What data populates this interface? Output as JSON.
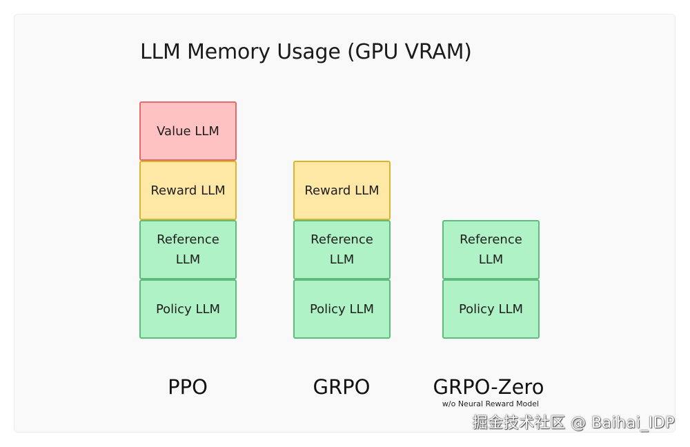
{
  "title": "LLM Memory Usage (GPU VRAM)",
  "columns": [
    {
      "label": "PPO",
      "sublabel": "",
      "blocks": [
        {
          "label": "Value LLM",
          "kind": "value",
          "color": "#ffc2c2"
        },
        {
          "label": "Reward LLM",
          "kind": "reward",
          "color": "#ffe7a6"
        },
        {
          "label": "Reference LLM",
          "kind": "green",
          "color": "#aef2c6"
        },
        {
          "label": "Policy LLM",
          "kind": "green",
          "color": "#aef2c6"
        }
      ]
    },
    {
      "label": "GRPO",
      "sublabel": "",
      "blocks": [
        {
          "label": "Reward LLM",
          "kind": "reward",
          "color": "#ffe7a6"
        },
        {
          "label": "Reference LLM",
          "kind": "green",
          "color": "#aef2c6"
        },
        {
          "label": "Policy LLM",
          "kind": "green",
          "color": "#aef2c6"
        }
      ]
    },
    {
      "label": "GRPO-Zero",
      "sublabel": "w/o Neural Reward Model",
      "blocks": [
        {
          "label": "Reference LLM",
          "kind": "green",
          "color": "#aef2c6"
        },
        {
          "label": "Policy LLM",
          "kind": "green",
          "color": "#aef2c6"
        }
      ]
    }
  ],
  "watermark": "掘金技术社区 @ Baihai_IDP"
}
